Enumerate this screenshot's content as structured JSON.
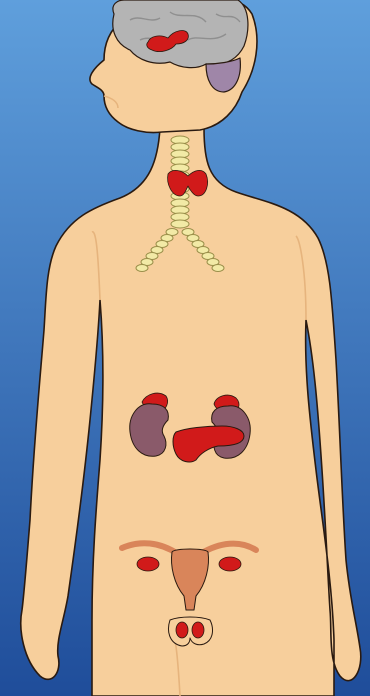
{
  "figure": {
    "subject": "human-endocrine-system",
    "caption": ""
  },
  "colors": {
    "background_top": "#5f9fdc",
    "background_bottom": "#1f4d9a",
    "skin": "#f7cf9c",
    "skin_shadow": "#e6b47d",
    "outline": "#2a1a10",
    "brain": "#b4b4b4",
    "cerebellum": "#9f86a8",
    "gland_red": "#d11a1a",
    "kidney": "#8a5a6a",
    "trachea": "#f2eaa6",
    "uterus": "#d9855a"
  },
  "organs": [
    {
      "id": "pituitary",
      "icon": "pituitary-gland-icon"
    },
    {
      "id": "thyroid",
      "icon": "thyroid-gland-icon"
    },
    {
      "id": "trachea",
      "icon": "trachea-icon"
    },
    {
      "id": "adrenal-left",
      "icon": "adrenal-gland-icon"
    },
    {
      "id": "adrenal-right",
      "icon": "adrenal-gland-icon"
    },
    {
      "id": "kidney-left",
      "icon": "kidney-icon"
    },
    {
      "id": "kidney-right",
      "icon": "kidney-icon"
    },
    {
      "id": "pancreas",
      "icon": "pancreas-icon"
    },
    {
      "id": "ovary-left",
      "icon": "ovary-icon"
    },
    {
      "id": "ovary-right",
      "icon": "ovary-icon"
    },
    {
      "id": "uterus",
      "icon": "uterus-icon"
    },
    {
      "id": "testes",
      "icon": "testes-icon"
    }
  ]
}
